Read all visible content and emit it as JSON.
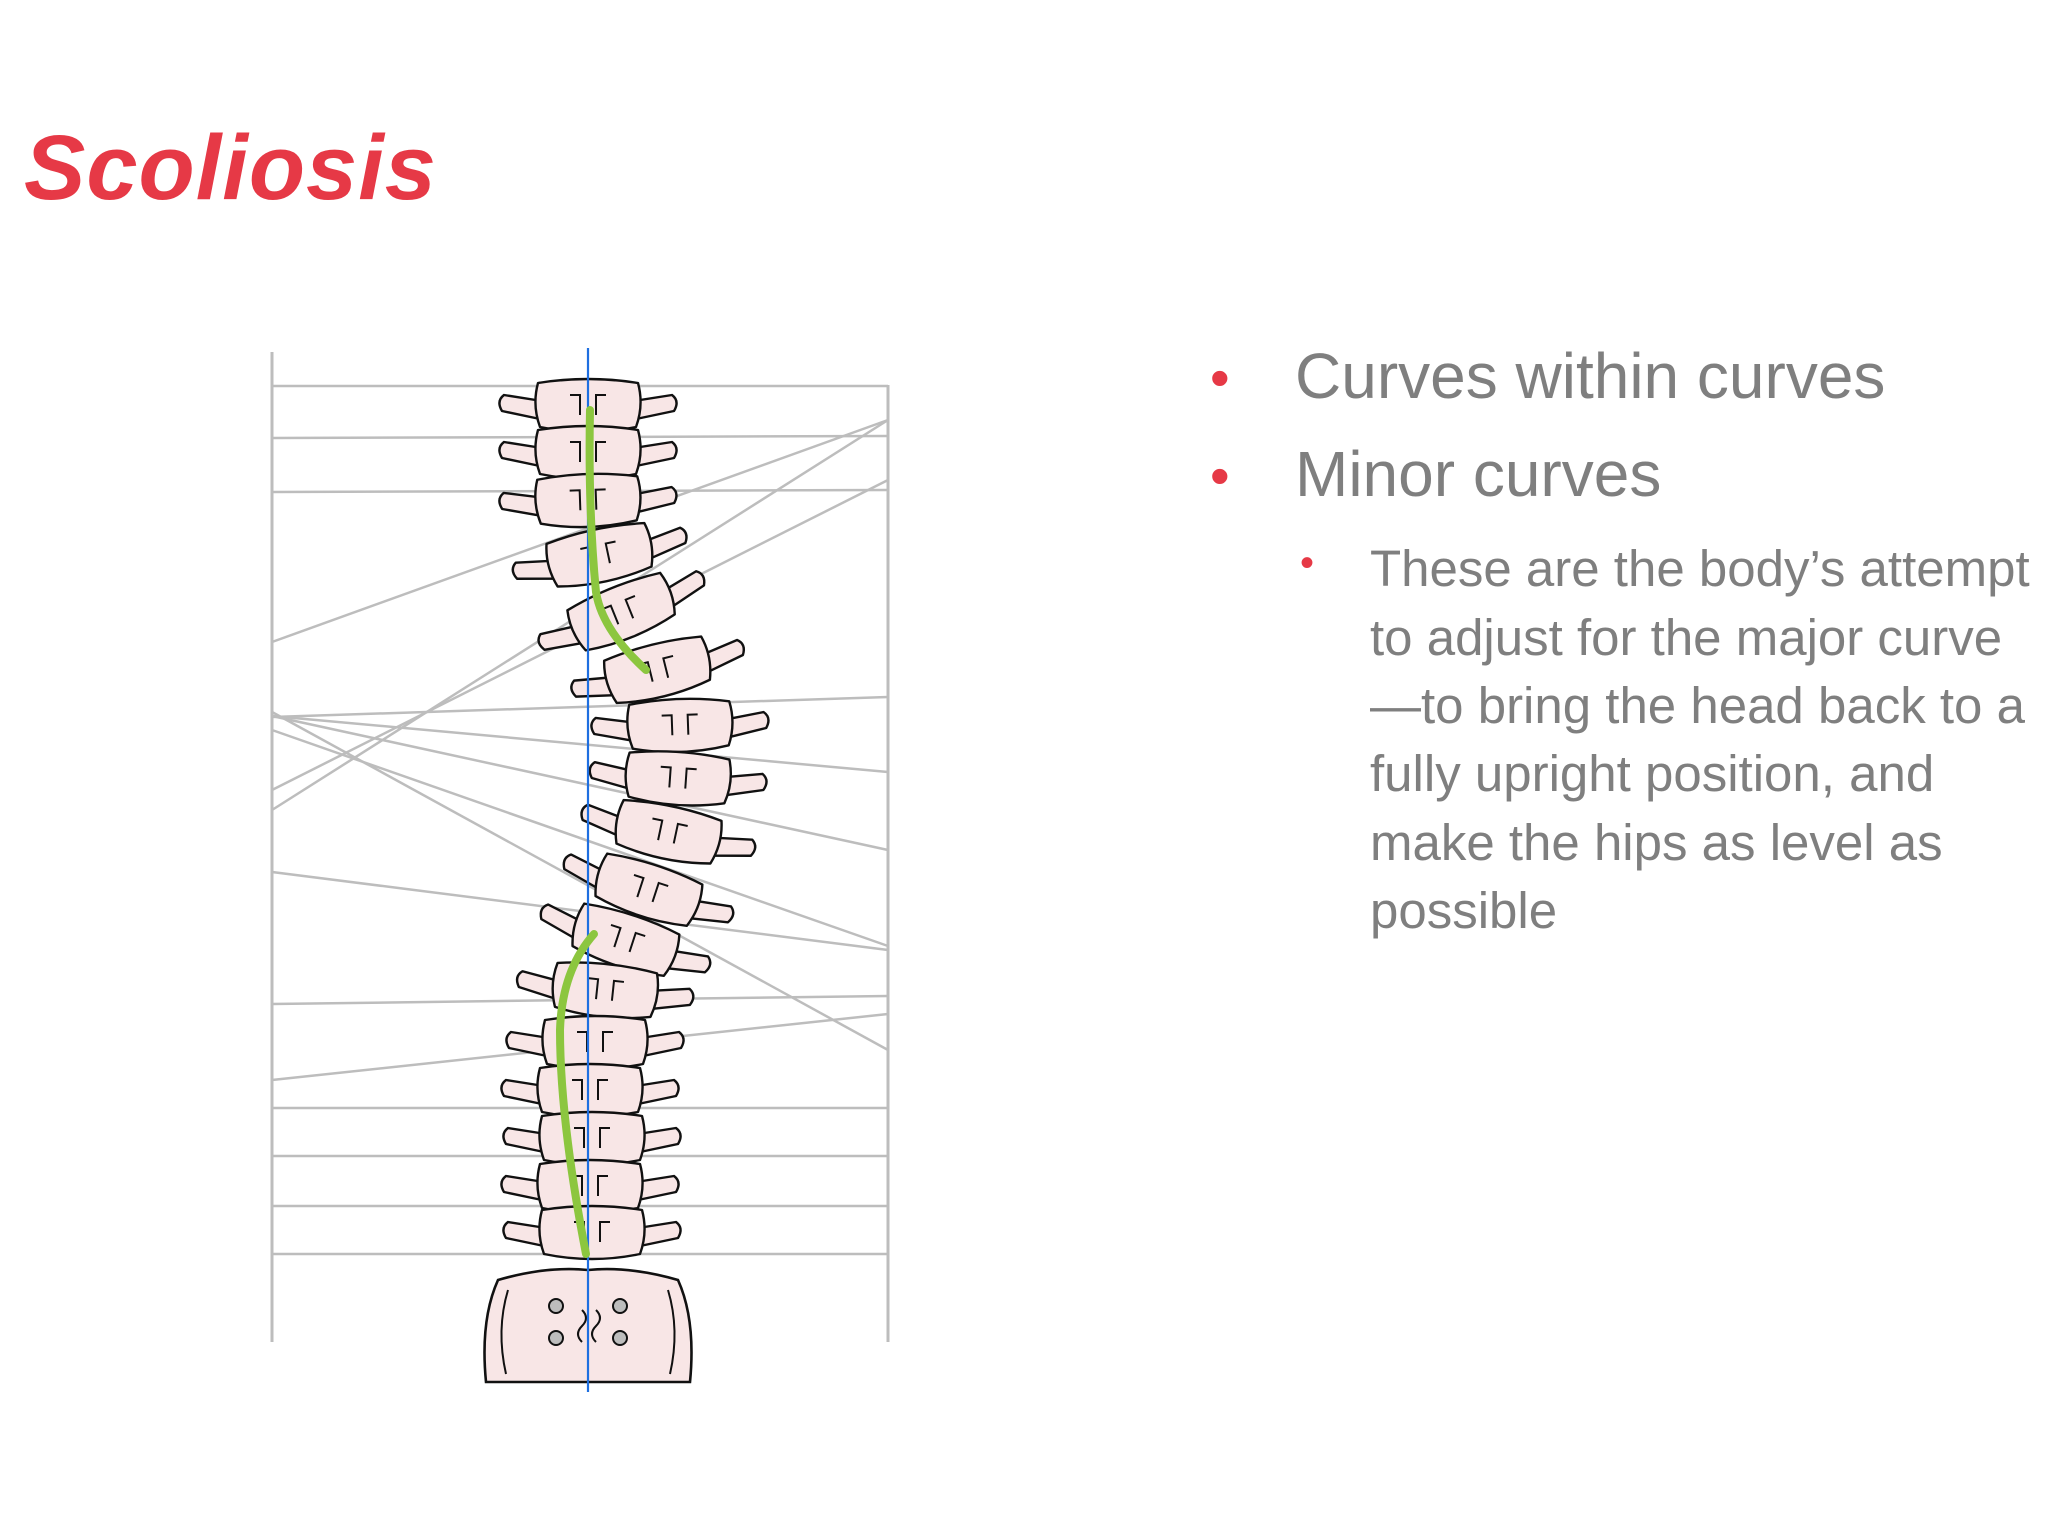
{
  "slide": {
    "title": "Scoliosis",
    "bullets": [
      {
        "text": "Curves within curves",
        "level": 1
      },
      {
        "text": "Minor curves",
        "level": 1
      },
      {
        "text": "These are the body’s attempt to adjust for the major curve—to bring the head back to a fully upright position, and make the hips as level as possible",
        "level": 2
      }
    ],
    "bullet_glyph": "•"
  },
  "colors": {
    "title": "#e63946",
    "bullet": "#e63946",
    "body_text": "#7f7f7f",
    "bone_fill": "#f8e6e6",
    "bone_stroke": "#111111",
    "grid_line": "#bdbdbd",
    "plumb_line": "#1f6fe0",
    "curve_highlight": "#8cc63f"
  },
  "figure": {
    "subject": "scoliotic-spine-diagram",
    "vertebra_count": 17
  }
}
